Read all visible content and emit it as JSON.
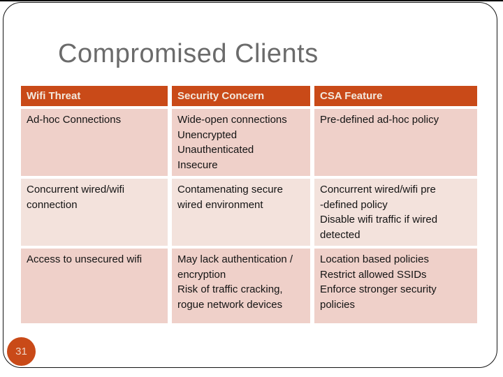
{
  "slide": {
    "title": "Compromised Clients",
    "page_number": "31"
  },
  "colors": {
    "header_bg": "#c94a18",
    "header_text": "#f3e9de",
    "row_band_dark": "#efd0c9",
    "row_band_light": "#f3e2dc",
    "title_text": "#6b6b6b",
    "badge_bg": "#c94a18",
    "badge_text": "#eed3c4",
    "border": "#151515"
  },
  "table": {
    "headers": [
      "Wifi Threat",
      "Security Concern",
      "CSA Feature"
    ],
    "rows": [
      {
        "cells": [
          "Ad-hoc Connections",
          "Wide-open connections\nUnencrypted\nUnauthenticated\nInsecure",
          "Pre-defined ad-hoc policy"
        ]
      },
      {
        "cells": [
          "Concurrent wired/wifi\nconnection",
          "Contamenating secure\nwired environment",
          "Concurrent wired/wifi pre\n-defined policy\nDisable wifi traffic if wired\ndetected"
        ]
      },
      {
        "cells": [
          "Access to unsecured wifi",
          "May lack authentication /\nencryption\nRisk of traffic cracking,\nrogue network devices",
          "Location based policies\nRestrict allowed SSIDs\nEnforce stronger security\npolicies"
        ]
      }
    ]
  }
}
